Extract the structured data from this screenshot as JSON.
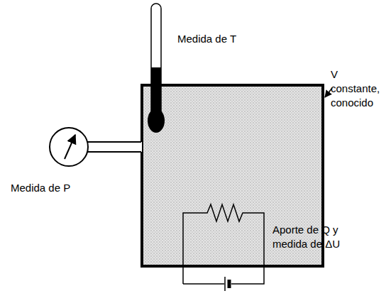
{
  "diagram": {
    "labels": [
      "Medida de T",
      "V constante, conocido",
      "Medida de P",
      "Aporte de Q y medida de ΔU"
    ]
  }
}
